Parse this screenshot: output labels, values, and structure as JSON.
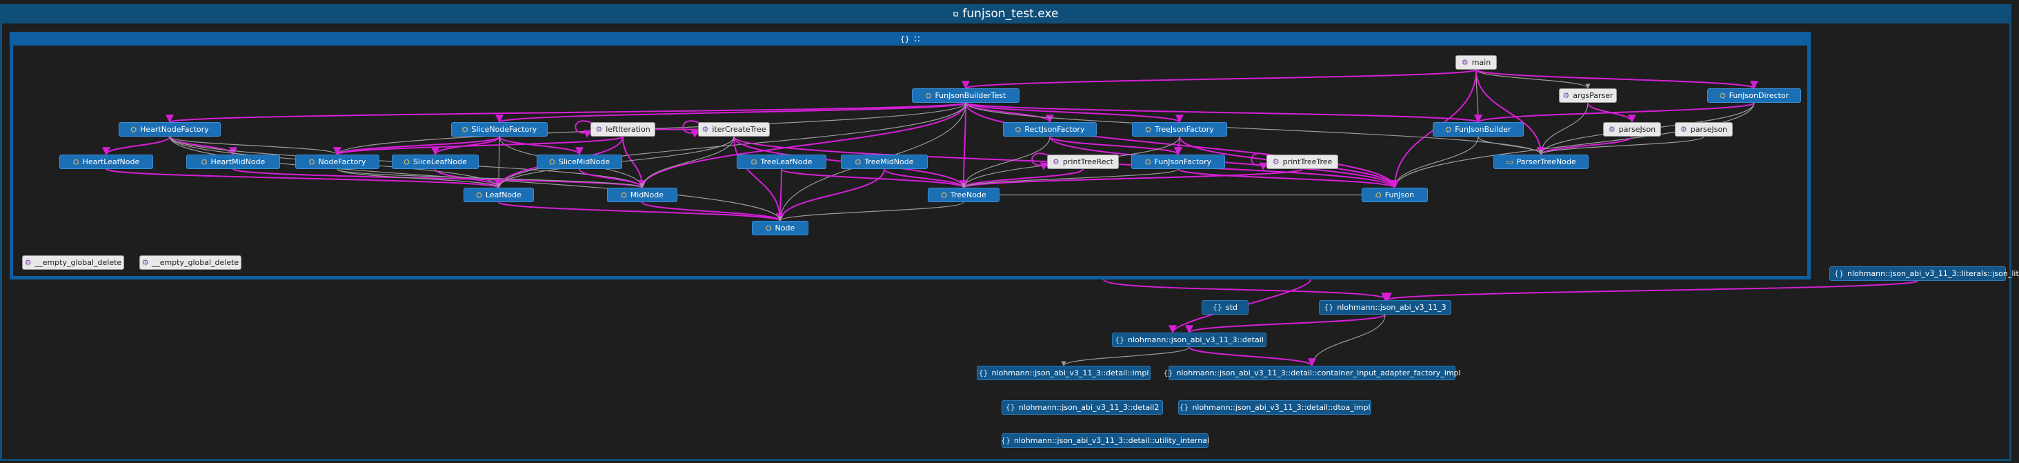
{
  "window": {
    "title": "funjson_test.exe",
    "icon": "exe-window-icon"
  },
  "group": {
    "title": "::",
    "icon": "namespace-braces-icon"
  },
  "colors": {
    "edge_call": "#d61fd6",
    "edge_ref": "#9a9a9a",
    "class_node": "#1a6fb5",
    "function_node": "#e8e8e8",
    "namespace_node": "#12568a"
  },
  "nodes": [
    {
      "id": "main",
      "label": "main",
      "kind": "fn"
    },
    {
      "id": "FunJsonBuilderTest",
      "label": "FunJsonBuilderTest",
      "kind": "cls"
    },
    {
      "id": "argsParser",
      "label": "argsParser",
      "kind": "fn"
    },
    {
      "id": "FunJsonDirector",
      "label": "FunJsonDirector",
      "kind": "cls"
    },
    {
      "id": "HeartNodeFactory",
      "label": "HeartNodeFactory",
      "kind": "cls"
    },
    {
      "id": "SliceNodeFactory",
      "label": "SliceNodeFactory",
      "kind": "cls"
    },
    {
      "id": "leftIteration",
      "label": "leftIteration",
      "kind": "fn"
    },
    {
      "id": "iterCreateTree",
      "label": "iterCreateTree",
      "kind": "fn"
    },
    {
      "id": "RectJsonFactory",
      "label": "RectJsonFactory",
      "kind": "cls"
    },
    {
      "id": "TreeJsonFactory",
      "label": "TreeJsonFactory",
      "kind": "cls"
    },
    {
      "id": "FunJsonBuilder",
      "label": "FunJsonBuilder",
      "kind": "cls"
    },
    {
      "id": "parseJson1",
      "label": "parseJson",
      "kind": "fn"
    },
    {
      "id": "parseJson2",
      "label": "parseJson",
      "kind": "fn"
    },
    {
      "id": "HeartLeafNode",
      "label": "HeartLeafNode",
      "kind": "cls"
    },
    {
      "id": "HeartMidNode",
      "label": "HeartMidNode",
      "kind": "cls"
    },
    {
      "id": "NodeFactory",
      "label": "NodeFactory",
      "kind": "cls"
    },
    {
      "id": "SliceLeafNode",
      "label": "SliceLeafNode",
      "kind": "cls"
    },
    {
      "id": "SliceMidNode",
      "label": "SliceMidNode",
      "kind": "cls"
    },
    {
      "id": "TreeLeafNode",
      "label": "TreeLeafNode",
      "kind": "cls"
    },
    {
      "id": "TreeMidNode",
      "label": "TreeMidNode",
      "kind": "cls"
    },
    {
      "id": "printTreeRect",
      "label": "printTreeRect",
      "kind": "fn"
    },
    {
      "id": "FunJsonFactory",
      "label": "FunJsonFactory",
      "kind": "cls"
    },
    {
      "id": "printTreeTree",
      "label": "printTreeTree",
      "kind": "fn"
    },
    {
      "id": "ParserTreeNode",
      "label": "ParserTreeNode",
      "kind": "cls"
    },
    {
      "id": "LeafNode",
      "label": "LeafNode",
      "kind": "cls"
    },
    {
      "id": "MidNode",
      "label": "MidNode",
      "kind": "cls"
    },
    {
      "id": "TreeNode",
      "label": "TreeNode",
      "kind": "cls"
    },
    {
      "id": "FunJson",
      "label": "FunJson",
      "kind": "cls"
    },
    {
      "id": "Node",
      "label": "Node",
      "kind": "cls"
    },
    {
      "id": "empty_delete_1",
      "label": "__empty_global_delete",
      "kind": "fn"
    },
    {
      "id": "empty_delete_2",
      "label": "__empty_global_delete",
      "kind": "fn"
    },
    {
      "id": "std",
      "label": "std",
      "kind": "ns"
    },
    {
      "id": "nlohmann",
      "label": "nlohmann::json_abi_v3_11_3",
      "kind": "ns"
    },
    {
      "id": "literals",
      "label": "nlohmann::json_abi_v3_11_3::literals::json_lit",
      "kind": "ns"
    },
    {
      "id": "detail",
      "label": "nlohmann::json_abi_v3_11_3::detail",
      "kind": "ns"
    },
    {
      "id": "detail_impl",
      "label": "nlohmann::json_abi_v3_11_3::detail::impl",
      "kind": "ns"
    },
    {
      "id": "detail_cia",
      "label": "nlohmann::json_abi_v3_11_3::detail::container_input_adapter_factory_impl",
      "kind": "ns"
    },
    {
      "id": "detail2",
      "label": "nlohmann::json_abi_v3_11_3::detail2",
      "kind": "ns"
    },
    {
      "id": "dtoa_impl",
      "label": "nlohmann::json_abi_v3_11_3::detail::dtoa_impl",
      "kind": "ns"
    },
    {
      "id": "utility_internal",
      "label": "nlohmann::json_abi_v3_11_3::detail::utility_internal",
      "kind": "ns"
    }
  ],
  "edges": [
    {
      "from": "main",
      "to": "FunJsonBuilderTest",
      "type": "call"
    },
    {
      "from": "main",
      "to": "argsParser",
      "type": "ref"
    },
    {
      "from": "main",
      "to": "FunJsonDirector",
      "type": "call"
    },
    {
      "from": "main",
      "to": "FunJsonBuilder",
      "type": "ref"
    },
    {
      "from": "main",
      "to": "FunJson",
      "type": "call"
    },
    {
      "from": "main",
      "to": "ParserTreeNode",
      "type": "call"
    },
    {
      "from": "argsParser",
      "to": "ParserTreeNode",
      "type": "ref"
    },
    {
      "from": "argsParser",
      "to": "parseJson1",
      "type": "call"
    },
    {
      "from": "FunJsonDirector",
      "to": "FunJsonBuilder",
      "type": "call"
    },
    {
      "from": "FunJsonDirector",
      "to": "FunJson",
      "type": "ref"
    },
    {
      "from": "FunJsonDirector",
      "to": "ParserTreeNode",
      "type": "ref"
    },
    {
      "from": "parseJson1",
      "to": "ParserTreeNode",
      "type": "call"
    },
    {
      "from": "parseJson2",
      "to": "ParserTreeNode",
      "type": "ref"
    },
    {
      "from": "FunJsonBuilder",
      "to": "FunJson",
      "type": "ref"
    },
    {
      "from": "FunJsonBuilder",
      "to": "ParserTreeNode",
      "type": "ref"
    },
    {
      "from": "FunJsonBuilderTest",
      "to": "HeartNodeFactory",
      "type": "call"
    },
    {
      "from": "FunJsonBuilderTest",
      "to": "SliceNodeFactory",
      "type": "call"
    },
    {
      "from": "FunJsonBuilderTest",
      "to": "RectJsonFactory",
      "type": "call"
    },
    {
      "from": "FunJsonBuilderTest",
      "to": "TreeJsonFactory",
      "type": "call"
    },
    {
      "from": "FunJsonBuilderTest",
      "to": "FunJsonBuilder",
      "type": "call"
    },
    {
      "from": "FunJsonBuilderTest",
      "to": "FunJson",
      "type": "call"
    },
    {
      "from": "FunJsonBuilderTest",
      "to": "TreeNode",
      "type": "call"
    },
    {
      "from": "FunJsonBuilderTest",
      "to": "MidNode",
      "type": "call"
    },
    {
      "from": "FunJsonBuilderTest",
      "to": "Node",
      "type": "ref"
    },
    {
      "from": "FunJsonBuilderTest",
      "to": "LeafNode",
      "type": "ref"
    },
    {
      "from": "FunJsonBuilderTest",
      "to": "NodeFactory",
      "type": "ref"
    },
    {
      "from": "FunJsonBuilderTest",
      "to": "ParserTreeNode",
      "type": "ref"
    },
    {
      "from": "HeartNodeFactory",
      "to": "HeartLeafNode",
      "type": "call"
    },
    {
      "from": "HeartNodeFactory",
      "to": "HeartMidNode",
      "type": "call"
    },
    {
      "from": "HeartNodeFactory",
      "to": "NodeFactory",
      "type": "ref"
    },
    {
      "from": "HeartNodeFactory",
      "to": "LeafNode",
      "type": "ref"
    },
    {
      "from": "HeartNodeFactory",
      "to": "MidNode",
      "type": "ref"
    },
    {
      "from": "HeartNodeFactory",
      "to": "Node",
      "type": "ref"
    },
    {
      "from": "SliceNodeFactory",
      "to": "SliceLeafNode",
      "type": "call"
    },
    {
      "from": "SliceNodeFactory",
      "to": "SliceMidNode",
      "type": "call"
    },
    {
      "from": "SliceNodeFactory",
      "to": "NodeFactory",
      "type": "call"
    },
    {
      "from": "SliceNodeFactory",
      "to": "LeafNode",
      "type": "ref"
    },
    {
      "from": "SliceNodeFactory",
      "to": "MidNode",
      "type": "ref"
    },
    {
      "from": "HeartLeafNode",
      "to": "LeafNode",
      "type": "call"
    },
    {
      "from": "HeartMidNode",
      "to": "MidNode",
      "type": "call"
    },
    {
      "from": "SliceLeafNode",
      "to": "LeafNode",
      "type": "call"
    },
    {
      "from": "SliceMidNode",
      "to": "MidNode",
      "type": "call"
    },
    {
      "from": "NodeFactory",
      "to": "LeafNode",
      "type": "ref"
    },
    {
      "from": "NodeFactory",
      "to": "MidNode",
      "type": "ref"
    },
    {
      "from": "leftIteration",
      "to": "leftIteration",
      "type": "call"
    },
    {
      "from": "leftIteration",
      "to": "MidNode",
      "type": "call"
    },
    {
      "from": "leftIteration",
      "to": "LeafNode",
      "type": "call"
    },
    {
      "from": "leftIteration",
      "to": "NodeFactory",
      "type": "call"
    },
    {
      "from": "iterCreateTree",
      "to": "iterCreateTree",
      "type": "call"
    },
    {
      "from": "iterCreateTree",
      "to": "Node",
      "type": "call"
    },
    {
      "from": "iterCreateTree",
      "to": "TreeNode",
      "type": "call"
    },
    {
      "from": "iterCreateTree",
      "to": "FunJson",
      "type": "call"
    },
    {
      "from": "iterCreateTree",
      "to": "LeafNode",
      "type": "ref"
    },
    {
      "from": "iterCreateTree",
      "to": "MidNode",
      "type": "ref"
    },
    {
      "from": "iterCreateTree",
      "to": "leftIteration",
      "type": "call"
    },
    {
      "from": "TreeLeafNode",
      "to": "Node",
      "type": "call"
    },
    {
      "from": "TreeLeafNode",
      "to": "TreeNode",
      "type": "call"
    },
    {
      "from": "TreeMidNode",
      "to": "TreeNode",
      "type": "call"
    },
    {
      "from": "TreeMidNode",
      "to": "Node",
      "type": "call"
    },
    {
      "from": "RectJsonFactory",
      "to": "FunJsonFactory",
      "type": "call"
    },
    {
      "from": "RectJsonFactory",
      "to": "TreeNode",
      "type": "ref"
    },
    {
      "from": "RectJsonFactory",
      "to": "FunJson",
      "type": "call"
    },
    {
      "from": "TreeJsonFactory",
      "to": "FunJsonFactory",
      "type": "call"
    },
    {
      "from": "TreeJsonFactory",
      "to": "FunJson",
      "type": "call"
    },
    {
      "from": "TreeJsonFactory",
      "to": "TreeNode",
      "type": "ref"
    },
    {
      "from": "printTreeRect",
      "to": "TreeNode",
      "type": "call"
    },
    {
      "from": "printTreeRect",
      "to": "printTreeRect",
      "type": "call"
    },
    {
      "from": "printTreeTree",
      "to": "printTreeTree",
      "type": "call"
    },
    {
      "from": "printTreeTree",
      "to": "TreeNode",
      "type": "call"
    },
    {
      "from": "FunJsonFactory",
      "to": "FunJson",
      "type": "call"
    },
    {
      "from": "FunJsonFactory",
      "to": "TreeNode",
      "type": "ref"
    },
    {
      "from": "LeafNode",
      "to": "Node",
      "type": "call"
    },
    {
      "from": "MidNode",
      "to": "Node",
      "type": "call"
    },
    {
      "from": "TreeNode",
      "to": "Node",
      "type": "ref"
    },
    {
      "from": "FunJson",
      "to": "TreeNode",
      "type": "ref"
    },
    {
      "from": "literals",
      "to": "nlohmann",
      "type": "call"
    },
    {
      "from": "nlohmann",
      "to": "detail",
      "type": "call"
    },
    {
      "from": "nlohmann",
      "to": "detail_cia",
      "type": "ref"
    },
    {
      "from": "detail",
      "to": "detail_impl",
      "type": "ref"
    },
    {
      "from": "detail",
      "to": "detail_cia",
      "type": "call"
    }
  ]
}
